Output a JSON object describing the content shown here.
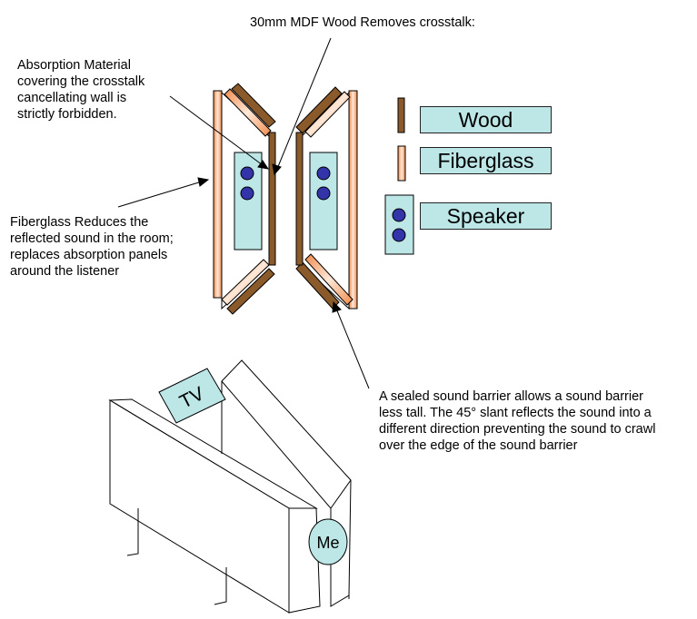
{
  "annotations": {
    "mdf": "30mm MDF Wood Removes crosstalk:",
    "absorption": "Absorption Material\ncovering the crosstalk\ncancellating wall is\nstrictly forbidden.",
    "fiberglass": "Fiberglass Reduces the\nreflected sound in the room;\nreplaces absorption panels\naround the listener",
    "barrier": "A sealed sound barrier allows a sound barrier\nless tall. The 45° slant reflects the sound into a\ndifferent direction preventing the sound to crawl\nover the edge of the sound barrier"
  },
  "legend": {
    "wood": "Wood",
    "fiberglass": "Fiberglass",
    "speaker": "Speaker"
  },
  "scene": {
    "tv_label": "TV",
    "me_label": "Me"
  },
  "colors": {
    "wood": "#8b5a2b",
    "fiberglass": "#f4a460",
    "panel": "#bde6e7",
    "driver": "#3333aa"
  }
}
